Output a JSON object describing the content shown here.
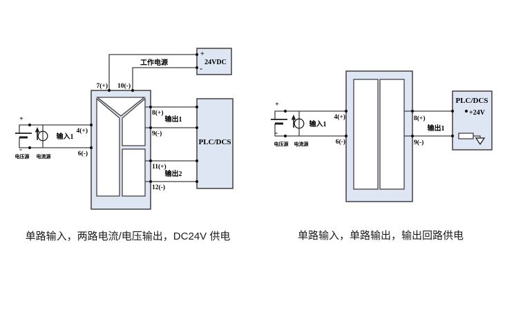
{
  "colors": {
    "box_fill": "#dde6f2",
    "line_color": "#3f3f3f",
    "text_color": "#000000",
    "background": "#ffffff"
  },
  "left_diagram": {
    "caption": "单路输入，两路电流/电压输出，DC24V 供电",
    "power_box": {
      "plus": "+",
      "label": "24VDC",
      "minus": "-"
    },
    "power_wire_label": "工作电源",
    "plc_box_label": "PLC/DCS",
    "terminals": {
      "t7": "7(+)",
      "t10": "10(-)",
      "t4": "4(+)",
      "t6": "6(-)",
      "t8": "8(+)",
      "t9": "9(-)",
      "t11": "11(+)",
      "t12": "12(-)"
    },
    "input1_label": "输入1",
    "output1_label": "输出1",
    "output2_label": "输出2",
    "sources": {
      "plus": "+",
      "minus": "-",
      "voltage": "电压源",
      "current": "电流源"
    }
  },
  "right_diagram": {
    "caption": "单路输入，单路输出，输出回路供电",
    "plc_box_label": "PLC/DCS",
    "plc_power_label": "+24V",
    "terminals": {
      "t4": "4(+)",
      "t6": "6(-)",
      "t8": "8(+)",
      "t9": "9(-)"
    },
    "input1_label": "输入1",
    "output1_label": "输出1",
    "sources": {
      "plus": "+",
      "minus": "-",
      "voltage": "电压源",
      "current": "电流源"
    }
  }
}
